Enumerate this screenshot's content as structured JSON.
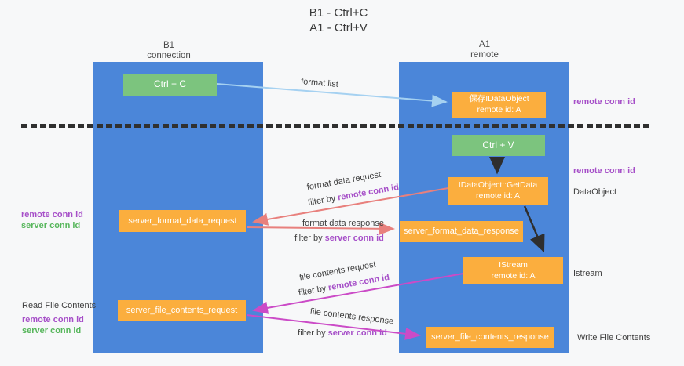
{
  "title": {
    "line1": "B1 - Ctrl+C",
    "line2": "A1 - Ctrl+V"
  },
  "lifelines": {
    "left": {
      "name": "B1",
      "role": "connection"
    },
    "right": {
      "name": "A1",
      "role": "remote"
    }
  },
  "boxes": {
    "ctrl_c": {
      "label": "Ctrl + C"
    },
    "ctrl_v": {
      "label": "Ctrl + V"
    },
    "save_dataobject": {
      "line1": "保存IDataObject",
      "line2": "remote id: A"
    },
    "getdata": {
      "line1": "IDataObject::GetData",
      "line2": "remote id: A"
    },
    "istream": {
      "line1": "IStream",
      "line2": "remote id: A"
    },
    "format_request": {
      "label": "server_format_data_request"
    },
    "format_response": {
      "label": "server_format_data_response"
    },
    "file_request": {
      "label": "server_file_contents_request"
    },
    "file_response": {
      "label": "server_file_contents_response"
    }
  },
  "arrow_labels": {
    "format_list": "format list",
    "format_request": {
      "text": "format data request",
      "filter_prefix": "filter by ",
      "filter_id": "remote conn id"
    },
    "format_response": {
      "text": "format data response",
      "filter_prefix": "filter by ",
      "filter_id": "server conn id"
    },
    "file_request": {
      "text": "file contents request",
      "filter_prefix": "filter by ",
      "filter_id": "remote conn id"
    },
    "file_response": {
      "text": "file contents response",
      "filter_prefix": "filter by ",
      "filter_id": "server conn id"
    }
  },
  "side_labels": {
    "right_remote_conn_top": "remote conn id",
    "right_remote_conn_mid": "remote conn id",
    "right_dataobject": "DataObject",
    "right_istream": "Istream",
    "right_write_file": "Write File Contents",
    "left_format": {
      "remote": "remote conn id",
      "server": "server conn id"
    },
    "left_file": {
      "title": "Read File Contents",
      "remote": "remote conn id",
      "server": "server conn id"
    }
  },
  "colors": {
    "background": "#f7f8f9",
    "column_blue": "#4b86d9",
    "box_orange": "#fbae3e",
    "box_green": "#7cc47e",
    "accent_purple": "#a64fc8",
    "accent_green": "#56b65b",
    "arrow_salmon": "#e8807d",
    "arrow_magenta": "#cb4bc7",
    "arrow_lightblue": "#a5d1f1",
    "arrow_black": "#2e2e2e",
    "dashed_line": "#303030"
  }
}
